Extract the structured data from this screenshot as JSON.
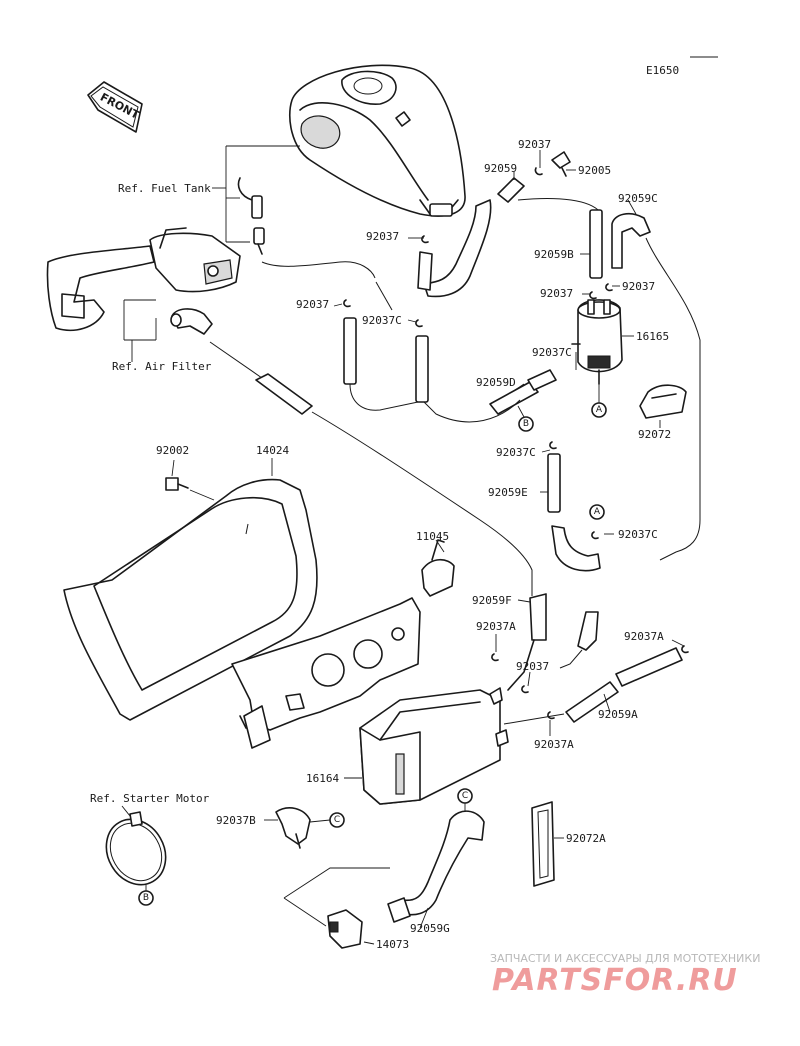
{
  "diagram_code": "E1650",
  "front_arrow": "FRONT",
  "refs": {
    "fuel_tank": "Ref. Fuel Tank",
    "air_filter": "Ref. Air Filter",
    "starter_motor": "Ref. Starter Motor"
  },
  "parts": {
    "p92037_tank_top": "92037",
    "p92059_top": "92059",
    "p92005": "92005",
    "p92037_tank_left": "92037",
    "p92059C": "92059C",
    "p92059B": "92059B",
    "p92037_filter_left": "92037",
    "p92037_filter_right": "92037",
    "p92037_mid": "92037",
    "p92037C_mid": "92037C",
    "p16165": "16165",
    "p92037C_filter": "92037C",
    "p92059D": "92059D",
    "p92072": "92072",
    "p92002": "92002",
    "p14024": "14024",
    "p92037C_lower": "92037C",
    "p92059E": "92059E",
    "p92037C_A": "92037C",
    "p11045": "11045",
    "p92059F": "92059F",
    "p92037A_left": "92037A",
    "p92037_canister": "92037",
    "p92037A_right": "92037A",
    "p92059A": "92059A",
    "p92037A_bottom": "92037A",
    "p16164": "16164",
    "p92037B": "92037B",
    "p92072A": "92072A",
    "p92059G": "92059G",
    "p14073": "14073"
  },
  "connectors": {
    "a_top": "A",
    "a_lower": "A",
    "b_top": "B",
    "b_lower": "B",
    "c_left": "C",
    "c_right": "C"
  },
  "watermark": {
    "tagline": "ЗАПЧАСТИ И АКСЕССУАРЫ ДЛЯ МОТОТЕХНИКИ",
    "logo": "PARTSFOR.RU"
  }
}
